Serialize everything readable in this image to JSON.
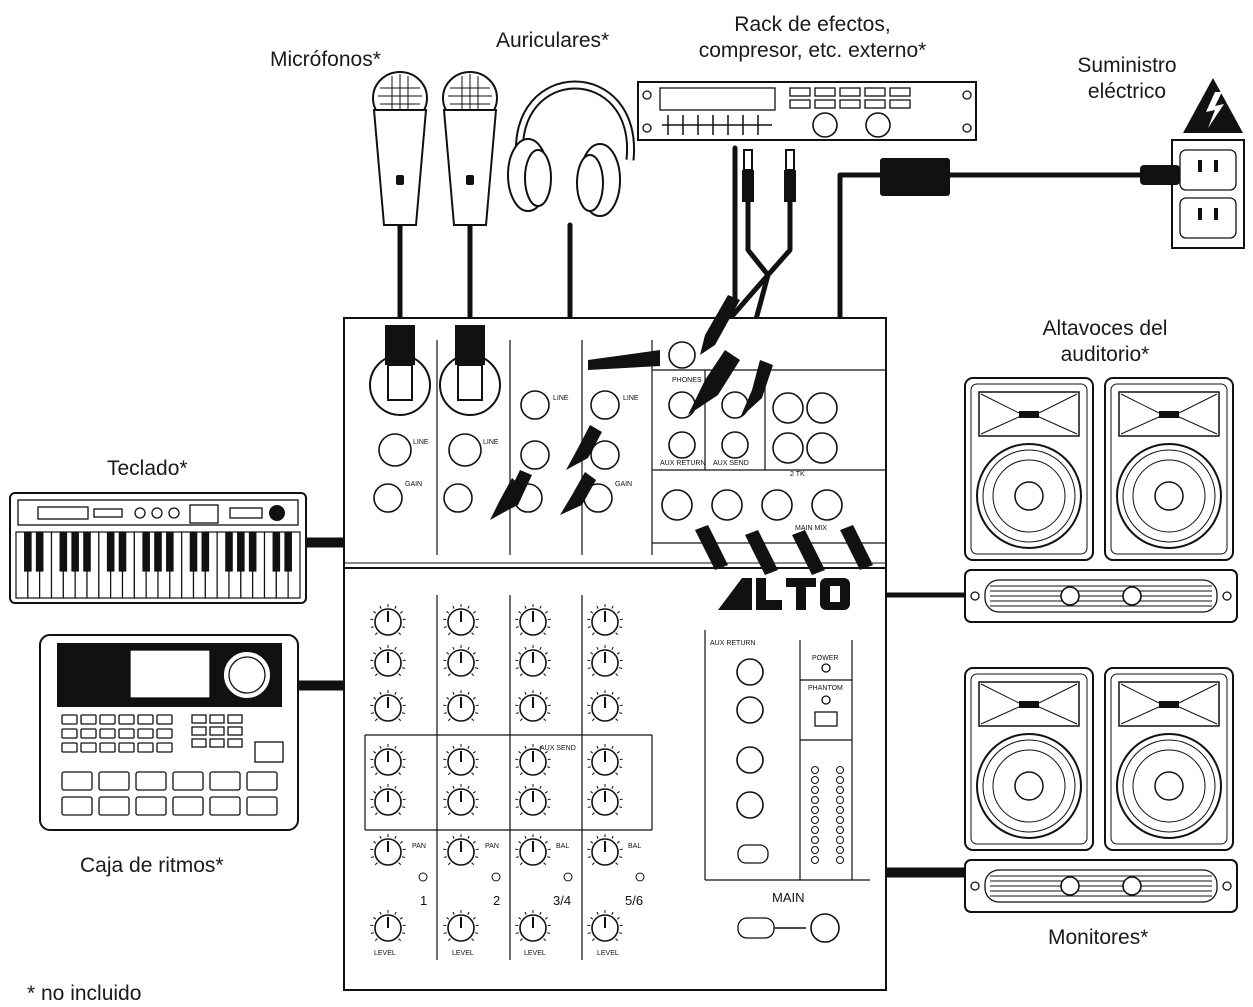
{
  "labels": {
    "microphones": "Micrófonos*",
    "headphones": "Auriculares*",
    "rack_line1": "Rack de efectos,",
    "rack_line2": "compresor, etc. externo*",
    "power_line1": "Suministro",
    "power_line2": "eléctrico",
    "keyboard": "Teclado*",
    "drum_machine": "Caja de ritmos*",
    "speakers_line1": "Altavoces del",
    "speakers_line2": "auditorio*",
    "monitors": "Monitores*",
    "footnote": "* no incluido"
  },
  "mixer": {
    "brand": "ALTO",
    "channel_numbers": [
      "1",
      "2",
      "3/4",
      "5/6"
    ],
    "main_label": "MAIN",
    "panel_labels": {
      "gain": "GAIN",
      "line": "LINE",
      "pan": "PAN",
      "bal": "BAL",
      "level": "LEVEL",
      "aux_send": "AUX SEND",
      "aux_return": "AUX RETURN",
      "power": "POWER",
      "phantom": "PHANTOM",
      "phones": "PHONES",
      "two_tk": "2 TK",
      "main_mix": "MAIN MIX"
    }
  },
  "colors": {
    "ink": "#111111",
    "background": "#ffffff",
    "warning": "#111111"
  }
}
